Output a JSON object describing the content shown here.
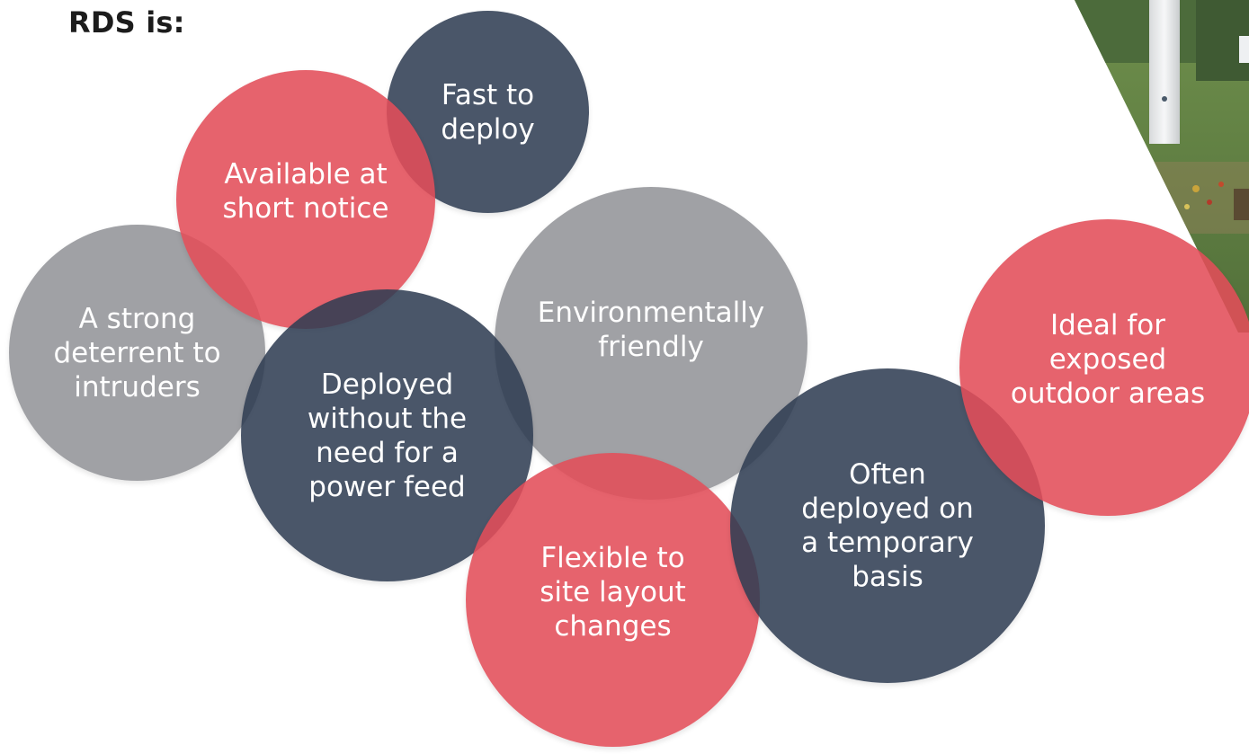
{
  "title": "RDS is:",
  "colors": {
    "red": "#e24d59",
    "navy": "#2f3d53",
    "grey": "#8f9195"
  },
  "bubbles": [
    {
      "text": "Fast to\ndeploy",
      "color": "navy"
    },
    {
      "text": "Available at\nshort notice",
      "color": "red"
    },
    {
      "text": "A strong\ndeterrent to\nintruders",
      "color": "grey"
    },
    {
      "text": "Deployed\nwithout the\nneed for a\npower feed",
      "color": "navy"
    },
    {
      "text": "Environmentally\nfriendly",
      "color": "grey"
    },
    {
      "text": "Flexible to\nsite layout\nchanges",
      "color": "red"
    },
    {
      "text": "Often\ndeployed on\na temporary\nbasis",
      "color": "navy"
    },
    {
      "text": "Ideal for\nexposed\noutdoor areas",
      "color": "red"
    }
  ]
}
